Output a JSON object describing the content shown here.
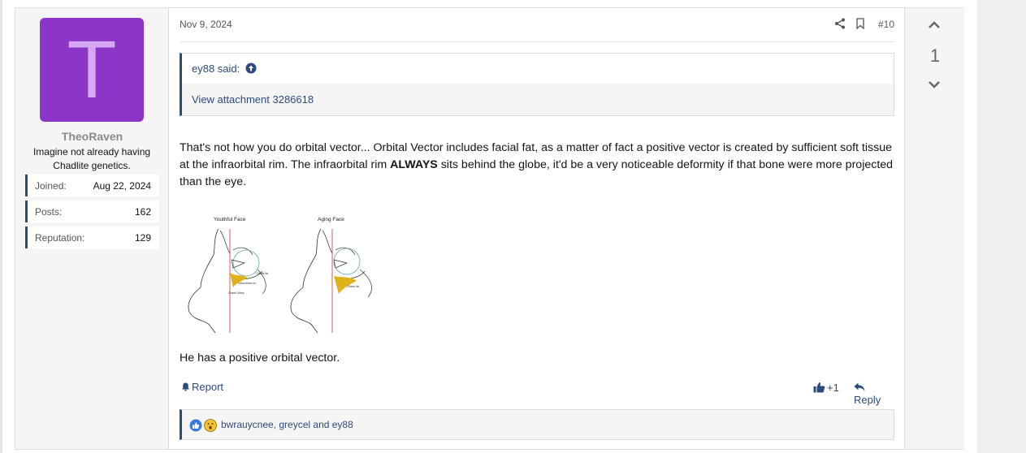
{
  "user": {
    "avatar_letter": "T",
    "username": "TheoRaven",
    "title": "Imagine not already having Chadlite genetics.",
    "stats": [
      {
        "label": "Joined:",
        "value": "Aug 22, 2024"
      },
      {
        "label": "Posts:",
        "value": "162"
      },
      {
        "label": "Reputation:",
        "value": "129"
      }
    ]
  },
  "post": {
    "date": "Nov 9, 2024",
    "number": "#10",
    "quote": {
      "author": "ey88 said:",
      "attachment_link": "View attachment 3286618"
    },
    "body_before": "That's not how you do orbital vector... Orbital Vector includes facial fat, as a matter of fact a positive vector is created by sufficient soft tissue at the infraorbital rim. The infraorbital rim ",
    "body_bold": "ALWAYS",
    "body_after": " sits behind the globe, it'd be a very noticeable deformity if that bone were more projected than the eye.",
    "figure_labels": {
      "left": "Youthful Face",
      "right": "Aging Face",
      "orbital_fat": "Orbital fat",
      "infraorbital_rim": "Infraorbital rim",
      "cheek_mass": "Cheek Mass",
      "cheek_fat": "Cheek fat"
    },
    "closing_line": "He has a positive orbital vector."
  },
  "actions": {
    "report": "Report",
    "like": "+1",
    "reply": "Reply"
  },
  "reactions": {
    "names": "bwrauycnee, greycel and ey88"
  },
  "vote": {
    "count": "1"
  },
  "colors": {
    "link": "#2c4a7c",
    "avatar_bg": "#8b36c6",
    "avatar_letter": "#d6a9f3"
  },
  "icons": [
    "share-icon",
    "bookmark-icon",
    "arrow-up-circle-icon",
    "bell-icon",
    "thumbs-up-icon",
    "reply-icon",
    "like-reaction-icon",
    "wow-reaction-icon",
    "chevron-up-icon",
    "chevron-down-icon"
  ]
}
